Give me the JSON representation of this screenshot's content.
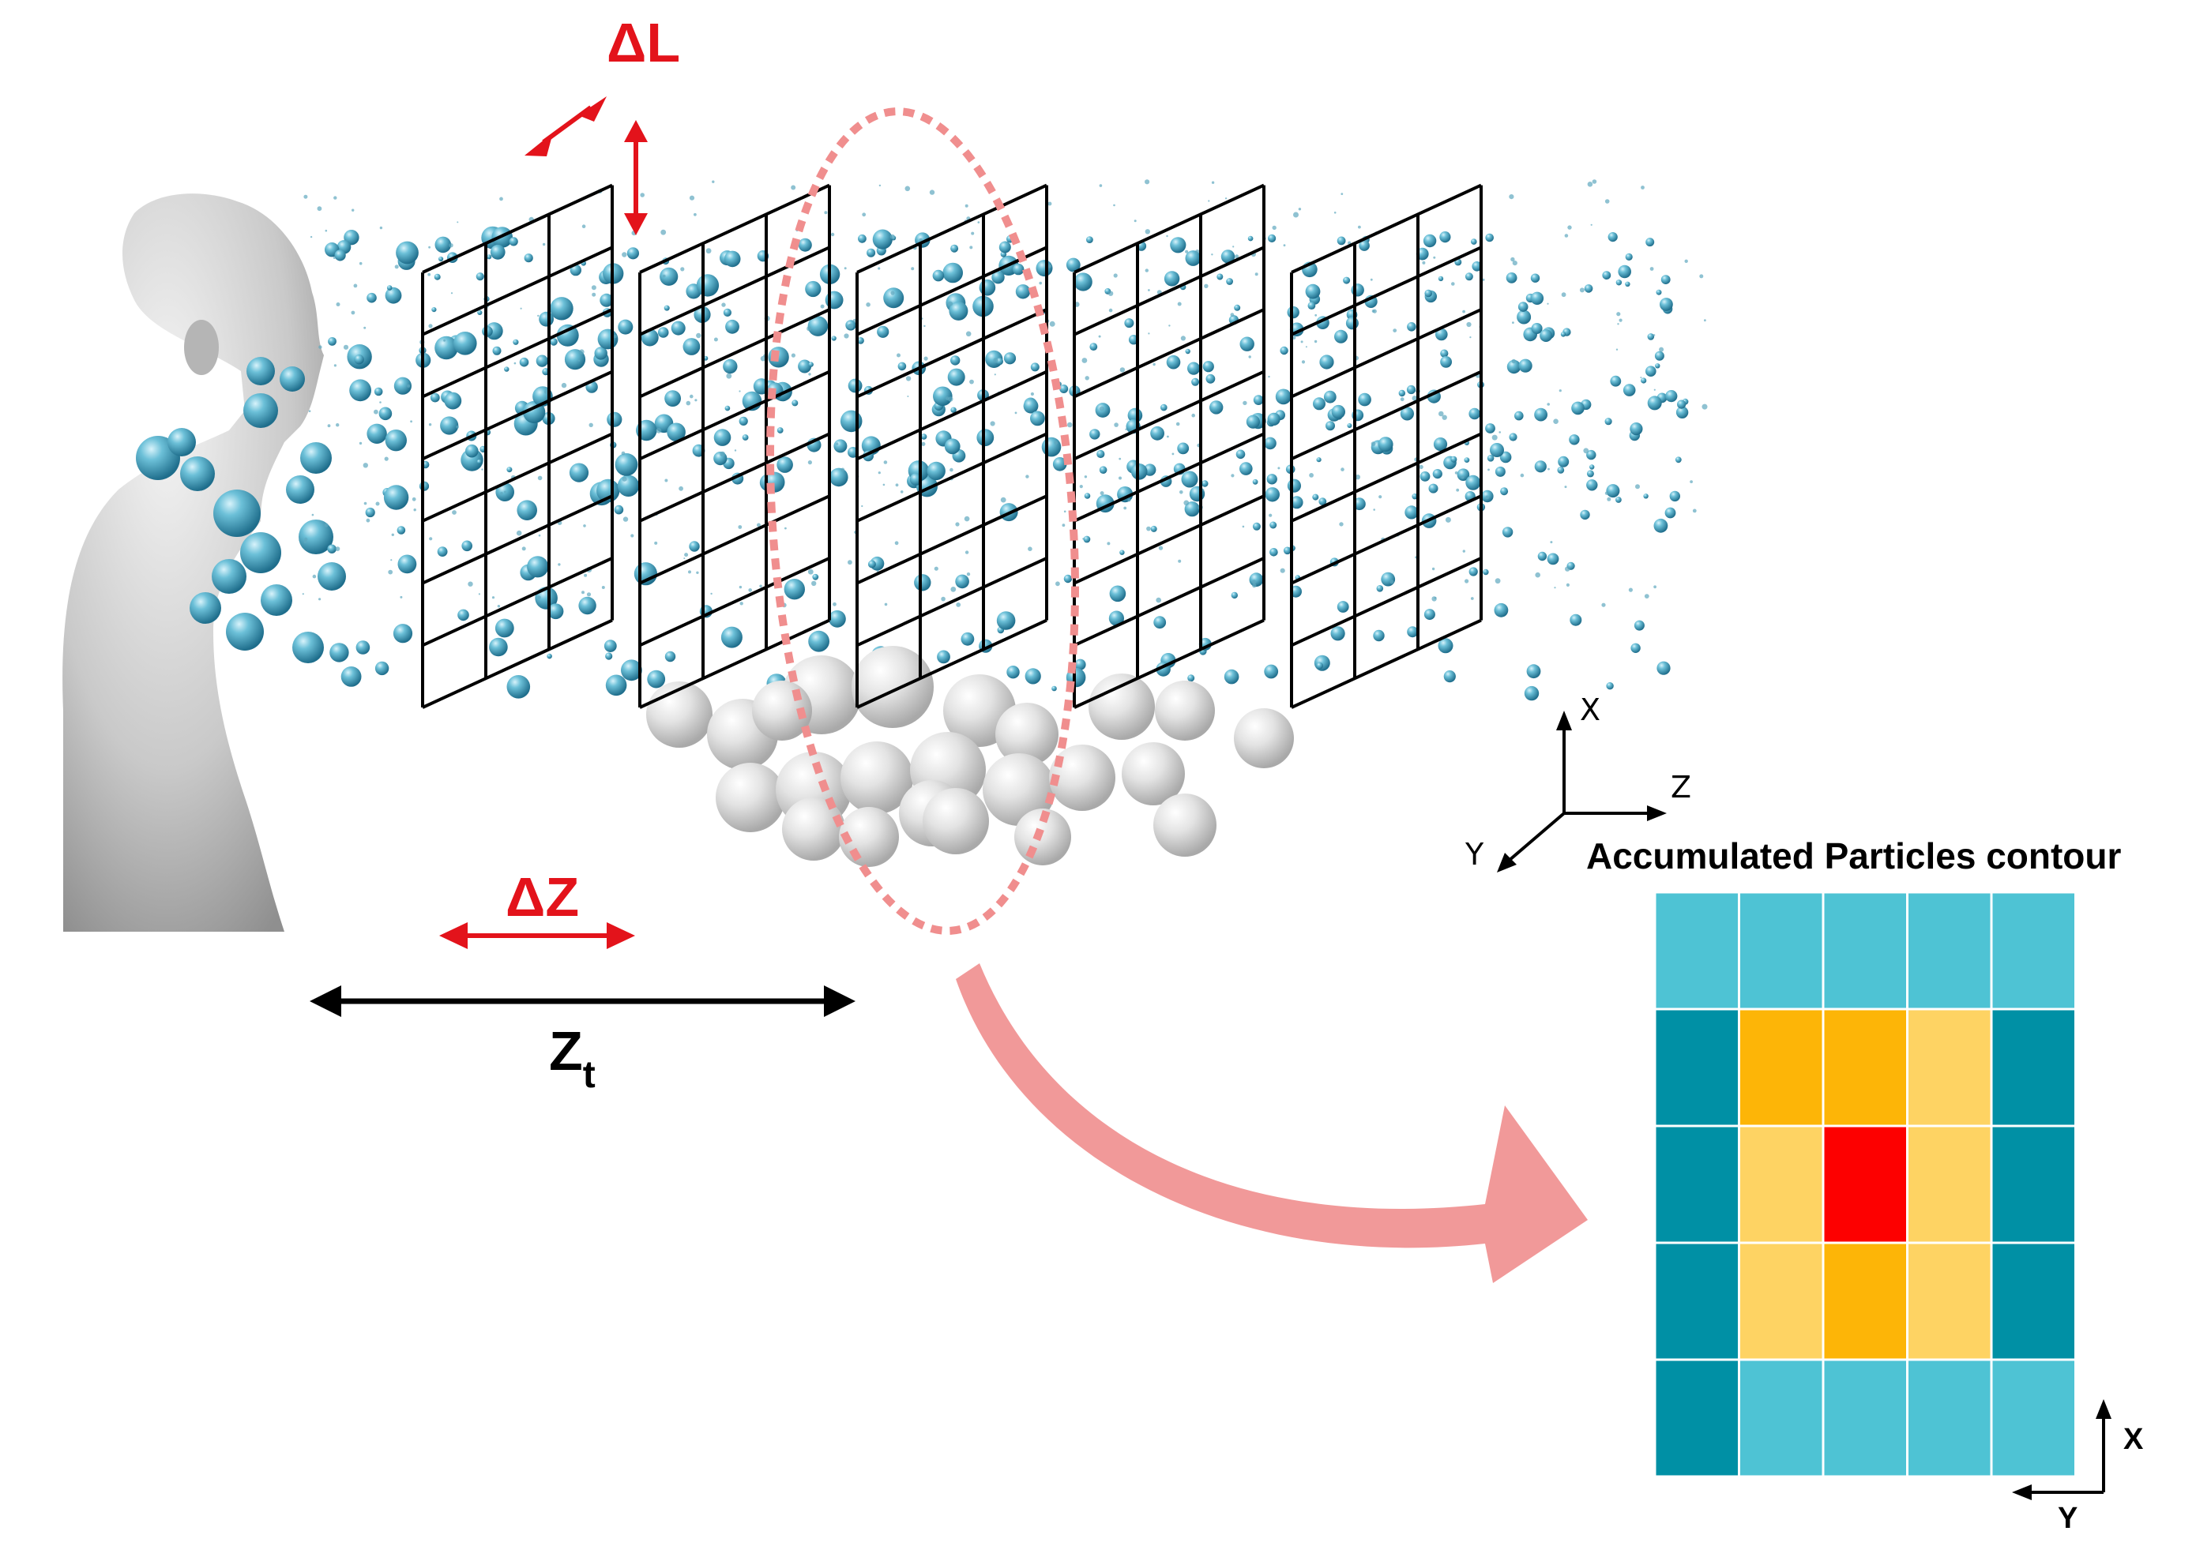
{
  "labels": {
    "delta_l": "ΔL",
    "delta_z": "ΔZ",
    "z_total": "Z",
    "z_total_sub": "t",
    "contour_title": "Accumulated Particles contour"
  },
  "axes_3d": {
    "x": "X",
    "z": "Z",
    "y": "Y"
  },
  "axes_2d": {
    "x": "X",
    "y": "Y"
  },
  "contour": {
    "rows": 5,
    "cols": 5,
    "levels": [
      [
        "light",
        "light",
        "light",
        "light",
        "light"
      ],
      [
        "dark",
        "orange",
        "orange",
        "yellow",
        "dark"
      ],
      [
        "dark",
        "yellow",
        "red",
        "yellow",
        "dark"
      ],
      [
        "dark",
        "yellow",
        "orange",
        "yellow",
        "dark"
      ],
      [
        "dark",
        "light",
        "light",
        "light",
        "light"
      ]
    ],
    "colors": {
      "light": "#4ec3d4",
      "dark": "#0090a5",
      "orange": "#fdb507",
      "yellow": "#fed363",
      "red": "#fd0000"
    }
  },
  "colors": {
    "annotation_red": "#e3131b",
    "highlight_pink": "#f08e8e",
    "particle_blue": "#3a9ab5",
    "particle_grey": "#d6d6d6"
  },
  "planes": 5
}
